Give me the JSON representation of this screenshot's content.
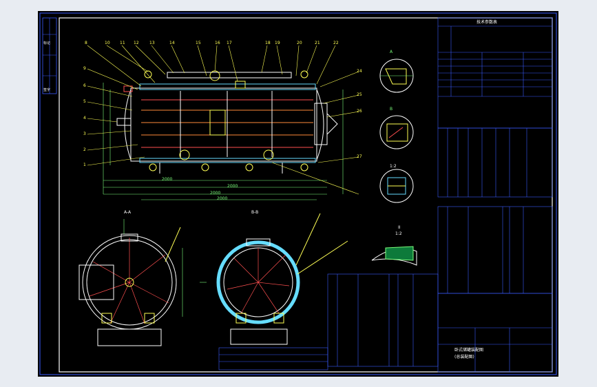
{
  "colors": {
    "background_outer": "#e8ecf2",
    "sheet": "#000000",
    "outline": "#ffffff",
    "dimension": "#7cff7c",
    "leader": "#ffff55",
    "insulation": "#66ddff",
    "section": "#ff5050",
    "table": "#3a5bff"
  },
  "views": {
    "main_view": {
      "part_balloons": [
        "8",
        "10",
        "11",
        "12",
        "13",
        "14",
        "15",
        "16",
        "17",
        "18",
        "19",
        "20",
        "21",
        "22"
      ],
      "left_balloons": [
        "9",
        "6",
        "5",
        "4",
        "3",
        "2",
        "1"
      ],
      "right_balloons": [
        "24",
        "25",
        "26",
        "27"
      ],
      "dimension_labels": [
        "2000",
        "2000",
        "2000",
        "2000"
      ]
    },
    "detail_a": {
      "title": "A"
    },
    "detail_b": {
      "title": "B"
    },
    "detail_scale": {
      "title": "1:2"
    },
    "section_left": {
      "title": "A-A"
    },
    "section_right": {
      "title": "B-B"
    },
    "detail_ii": {
      "title": "II",
      "scale": "1:2"
    }
  },
  "tables": {
    "tech_requirements": {
      "title": "技术参数表"
    },
    "parts_list_right": {
      "rows": 14
    },
    "parts_list_bottom": {
      "rows": 16
    },
    "title_block": {
      "drawing_name": "卧式储罐装配图",
      "subtitle": "(总装配图)"
    }
  },
  "left_strip": {
    "labels": [
      "标记",
      "签字"
    ]
  }
}
